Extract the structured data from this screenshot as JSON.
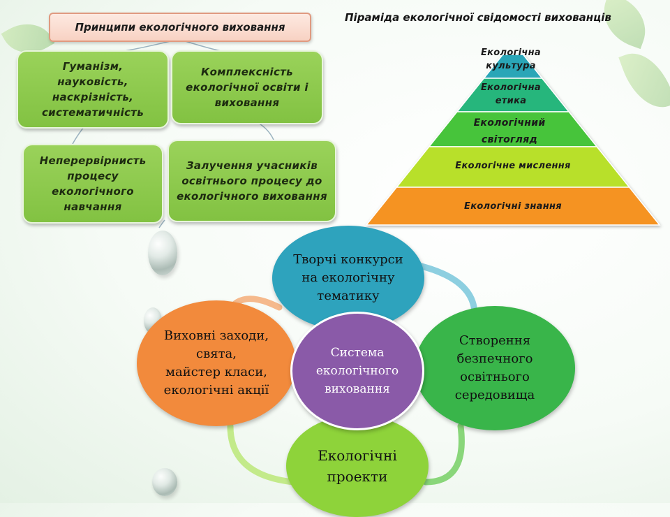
{
  "principles": {
    "title": "Принципи екологічного виховання",
    "items": [
      "Гуманізм,\nнауковість,\nнаскрізність,\nсистематичність",
      "Комплексність\nекологічної освіти і\nвиховання",
      "Неперервірнисть\nпроцесу\nекологічного\nнавчання",
      "Залучення учасників\nосвітнього процесу до\nекологічного виховання"
    ]
  },
  "pyramid": {
    "title": "Піраміда екологічної свідомості вихованців",
    "levels": [
      {
        "label": "Екологічна\nкультура",
        "color": "#2aa6b7"
      },
      {
        "label": "Екологічна\nетика",
        "color": "#27b67c"
      },
      {
        "label": "Екологічний\nсвітогляд",
        "color": "#46c43a"
      },
      {
        "label": "Екологічне мислення",
        "color": "#b8e02c"
      },
      {
        "label": "Екологічні знання",
        "color": "#f59323"
      }
    ]
  },
  "cycle": {
    "center": "Система\nекологічного\nвиховання",
    "nodes": [
      {
        "label": "Творчі конкурси\nна екологічну\nтематику",
        "color": "#2ea3bd"
      },
      {
        "label": "Створення\nбезпечного\nосвітнього\nсередовища",
        "color": "#39b54a"
      },
      {
        "label": "Екологічні\nпроекти",
        "color": "#8ed33a"
      },
      {
        "label": "Виховні заходи,\nсвята,\nмайстер класи,\nекологічні  акції",
        "color": "#f28a3c"
      }
    ],
    "center_color": "#8a5aa8"
  }
}
